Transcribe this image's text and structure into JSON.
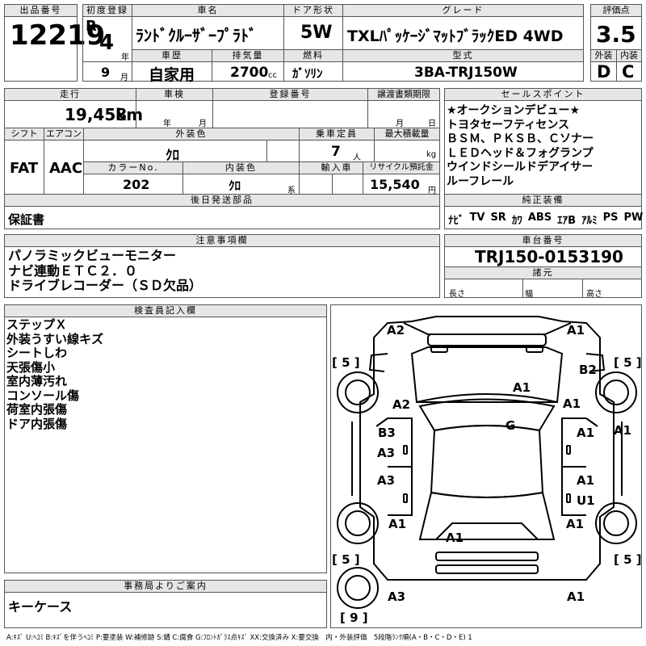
{
  "header": {
    "lot_label": "出品番号",
    "lot_no": "12219",
    "first_reg_label": "初度登録",
    "era": "R",
    "year": "4",
    "year_unit": "年",
    "month": "9",
    "month_unit": "月",
    "car_name_label": "車名",
    "car_name": "ﾗﾝﾄﾞｸﾙｰｻﾞｰﾌﾟﾗﾄﾞ",
    "door_label": "ドア形状",
    "door": "5W",
    "grade_label": "グレード",
    "grade": "TXLﾊﾟｯｹｰｼﾞﾏｯﾄﾌﾞﾗｯｸED 4WD",
    "score_label": "評価点",
    "score": "3.5",
    "history_label": "車歴",
    "history": "自家用",
    "displacement_label": "排気量",
    "displacement": "2700",
    "displacement_unit": "cc",
    "fuel_label": "燃料",
    "fuel": "ｶﾞｿﾘﾝ",
    "model_label": "型式",
    "model": "3BA-TRJ150W",
    "ext_label": "外装",
    "ext_grade": "D",
    "int_label": "内装",
    "int_grade": "C"
  },
  "row2": {
    "mileage_label": "走行",
    "mileage": "19,458",
    "mileage_unit": "km",
    "inspection_label": "車検",
    "year_unit": "年",
    "month_unit": "月",
    "reg_label": "登録番号",
    "transfer_label": "譲渡書類期限",
    "t_month": "月",
    "t_day": "日",
    "shift_label": "シフト",
    "shift": "FAT",
    "ac_label": "エアコン",
    "ac": "AAC",
    "ext_color_label": "外装色",
    "ext_color": "ｸﾛ",
    "capacity_label": "乗車定員",
    "capacity": "7",
    "capacity_unit": "人",
    "load_label": "最大積載量",
    "load_unit": "kg",
    "color_no_label": "カラーNo.",
    "color_no": "202",
    "int_color_label": "内装色",
    "int_color": "ｸﾛ",
    "int_color_unit": "系",
    "import_label": "輸入車",
    "recycle_label": "リサイクル預託金",
    "recycle": "15,540",
    "recycle_unit": "円",
    "later_label": "後日発送部品",
    "later": "保証書"
  },
  "sales_points": {
    "label": "セールスポイント",
    "lines": [
      "★オークションデビュー★",
      "トヨタセーフティセンス",
      "ＢＳＭ、ＰＫＳＢ、Ｃソナー",
      "ＬＥＤヘッド＆フォグランプ",
      "ウインドシールドデアイサー",
      "ルーフレール"
    ]
  },
  "equipment": {
    "label": "純正装備",
    "items": [
      "ﾅﾋﾞ",
      "TV",
      "SR",
      "ｶﾜ",
      "ABS",
      "ｴｱB",
      "ｱﾙﾐ",
      "PS",
      "PW"
    ]
  },
  "notes": {
    "label": "注意事項欄",
    "lines": [
      "パノラミックビューモニター",
      "ナビ連動ＥＴＣ２．０",
      "ドライブレコーダー（ＳＤ欠品）"
    ]
  },
  "chassis": {
    "label": "車台番号",
    "value": "TRJ150-0153190",
    "spec_label": "諸元",
    "length": "長さ",
    "width": "幅",
    "height": "高さ"
  },
  "inspector": {
    "label": "検査員記入欄",
    "lines": [
      "ステップＸ",
      "外装うすい線キズ",
      "シートしわ",
      "天張傷小",
      "室内薄汚れ",
      "コンソール傷",
      "荷室内張傷",
      "ドア内張傷"
    ]
  },
  "office": {
    "label": "事務局よりご案内",
    "text": "キーケース"
  },
  "diagram": {
    "marks": {
      "a2_tl": "A2",
      "a1_tr": "A1",
      "b2": "B2",
      "a1_hood": "A1",
      "a2_l": "A2",
      "a1_r": "A1",
      "g": "G",
      "b3": "B3",
      "a3_l1": "A3",
      "a1_r1": "A1",
      "a1_edge": "A1",
      "a3_l2": "A3",
      "a1_r2": "A1",
      "u1": "U1",
      "a1_lr": "A1",
      "a1_rear": "A1",
      "a1_rr": "A1",
      "a3_bl": "A3",
      "a1_br": "A1"
    },
    "tires": {
      "fl": "5",
      "fr": "5",
      "rl": "5",
      "rr": "5",
      "spare": "9"
    }
  },
  "legend": "A:ｷｽﾞ U:ﾍｺﾐ B:ｷｽﾞを伴うﾍｺﾐ P:要塗装 W:補修跡 S:錆 C:腐食 G:ﾌﾛﾝﾄｶﾞﾗｽ点ｷｽﾞ XX:交換済み X:要交換　内・外装評価　5段階ﾗﾝｸ順(A・B・C・D・E) 1"
}
